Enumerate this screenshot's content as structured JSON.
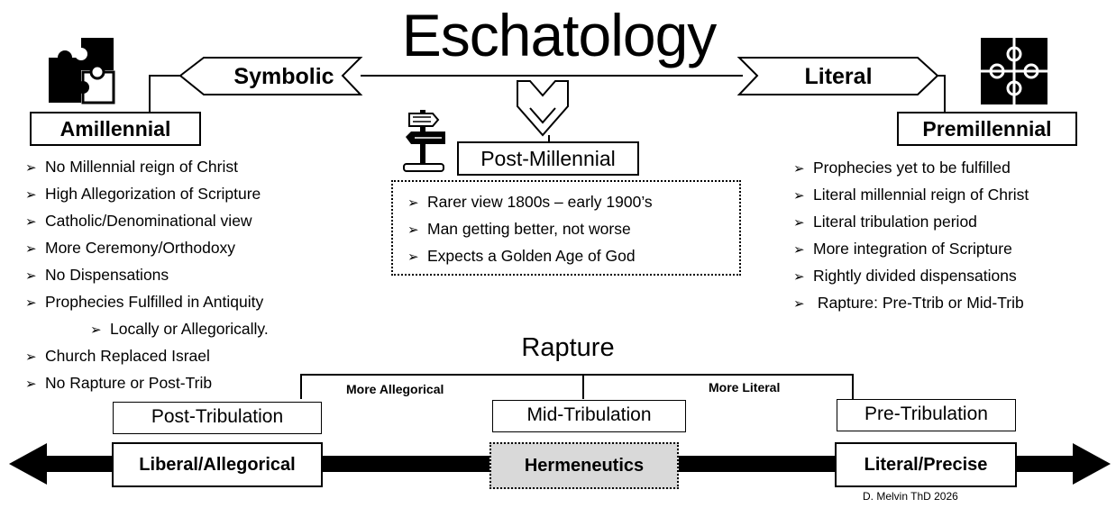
{
  "title": "Eschatology",
  "symbolic_label": "Symbolic",
  "literal_label": "Literal",
  "amillennial": {
    "heading": "Amillennial",
    "points": [
      "No Millennial reign of Christ",
      "High Allegorization of Scripture",
      "Catholic/Denominational view",
      "More Ceremony/Orthodoxy",
      "No Dispensations",
      "Prophecies Fulfilled in Antiquity",
      "Locally or Allegorically.",
      "Church Replaced Israel",
      "No Rapture or Post-Trib"
    ]
  },
  "postmillennial": {
    "heading": "Post-Millennial",
    "points": [
      "Rarer view 1800s – early 1900’s",
      "Man getting better, not worse",
      "Expects a Golden Age of God"
    ]
  },
  "premillennial": {
    "heading": "Premillennial",
    "points": [
      "Prophecies yet to be fulfilled",
      "Literal millennial reign of Christ",
      "Literal tribulation period",
      "More integration of Scripture",
      "Rightly divided dispensations",
      " Rapture: Pre-Ttrib or Mid-Trib"
    ]
  },
  "rapture": {
    "heading": "Rapture",
    "more_allegorical": "More Allegorical",
    "more_literal": "More Literal",
    "post_trib": "Post-Tribulation",
    "mid_trib": "Mid-Tribulation",
    "pre_trib": "Pre-Tribulation"
  },
  "hermeneutics": {
    "left": "Liberal/Allegorical",
    "center": "Hermeneutics",
    "right": "Literal/Precise"
  },
  "credit": "D. Melvin ThD 2026",
  "icons": {
    "left_puzzle": "puzzle-pieces-icon",
    "right_puzzle": "puzzle-pieces-icon",
    "signpost": "signpost-icon",
    "down_arrow": "down-arrow-icon"
  }
}
